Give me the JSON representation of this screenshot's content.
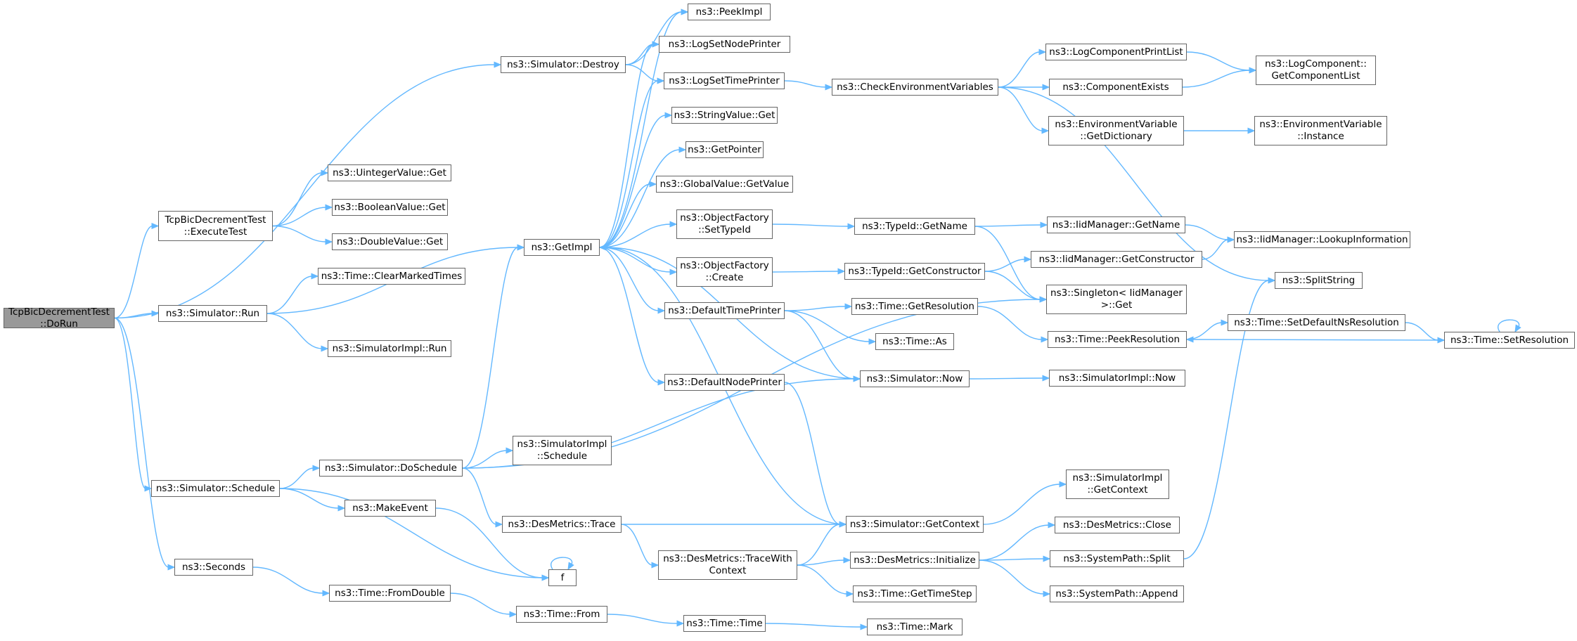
{
  "graph": {
    "edge_color": "#63b8ff",
    "root_fill": "#999999",
    "node_border": "#666666",
    "nodes": {
      "dorun": {
        "lines": [
          "TcpBicDecrementTest",
          "::DoRun"
        ],
        "root": true
      },
      "destroy": {
        "lines": [
          "ns3::Simulator::Destroy"
        ]
      },
      "executetest": {
        "lines": [
          "TcpBicDecrementTest",
          "::ExecuteTest"
        ]
      },
      "run": {
        "lines": [
          "ns3::Simulator::Run"
        ]
      },
      "schedule": {
        "lines": [
          "ns3::Simulator::Schedule"
        ]
      },
      "seconds": {
        "lines": [
          "ns3::Seconds"
        ]
      },
      "uintget": {
        "lines": [
          "ns3::UintegerValue::Get"
        ]
      },
      "boolget": {
        "lines": [
          "ns3::BooleanValue::Get"
        ]
      },
      "doubleget": {
        "lines": [
          "ns3::DoubleValue::Get"
        ]
      },
      "clearmarked": {
        "lines": [
          "ns3::Time::ClearMarkedTimes"
        ]
      },
      "simimplrun": {
        "lines": [
          "ns3::SimulatorImpl::Run"
        ]
      },
      "doschedule": {
        "lines": [
          "ns3::Simulator::DoSchedule"
        ]
      },
      "makeevent": {
        "lines": [
          "ns3::MakeEvent"
        ]
      },
      "f": {
        "lines": [
          "f"
        ]
      },
      "fromdouble": {
        "lines": [
          "ns3::Time::FromDouble"
        ]
      },
      "getimpl": {
        "lines": [
          "ns3::GetImpl"
        ]
      },
      "simimplschedule": {
        "lines": [
          "ns3::SimulatorImpl",
          "::Schedule"
        ]
      },
      "desmetricstrace": {
        "lines": [
          "ns3::DesMetrics::Trace"
        ]
      },
      "timefrom": {
        "lines": [
          "ns3::Time::From"
        ]
      },
      "peekimpl": {
        "lines": [
          "ns3::PeekImpl"
        ]
      },
      "logsetnode": {
        "lines": [
          "ns3::LogSetNodePrinter"
        ]
      },
      "logsettime": {
        "lines": [
          "ns3::LogSetTimePrinter"
        ]
      },
      "stringget": {
        "lines": [
          "ns3::StringValue::Get"
        ]
      },
      "getpointer": {
        "lines": [
          "ns3::GetPointer"
        ]
      },
      "globalget": {
        "lines": [
          "ns3::GlobalValue::GetValue"
        ]
      },
      "ofsettypeid": {
        "lines": [
          "ns3::ObjectFactory",
          "::SetTypeId"
        ]
      },
      "ofcreate": {
        "lines": [
          "ns3::ObjectFactory",
          "::Create"
        ]
      },
      "defaulttime": {
        "lines": [
          "ns3::DefaultTimePrinter"
        ]
      },
      "defaultnode": {
        "lines": [
          "ns3::DefaultNodePrinter"
        ]
      },
      "tracewith": {
        "lines": [
          "ns3::DesMetrics::TraceWith",
          "Context"
        ]
      },
      "timetime": {
        "lines": [
          "ns3::Time::Time"
        ]
      },
      "checkenv": {
        "lines": [
          "ns3::CheckEnvironmentVariables"
        ]
      },
      "typeidgetname": {
        "lines": [
          "ns3::TypeId::GetName"
        ]
      },
      "typeidgetctor": {
        "lines": [
          "ns3::TypeId::GetConstructor"
        ]
      },
      "getresolution": {
        "lines": [
          "ns3::Time::GetResolution"
        ]
      },
      "timeas": {
        "lines": [
          "ns3::Time::As"
        ]
      },
      "simnow": {
        "lines": [
          "ns3::Simulator::Now"
        ]
      },
      "getcontext": {
        "lines": [
          "ns3::Simulator::GetContext"
        ]
      },
      "desinit": {
        "lines": [
          "ns3::DesMetrics::Initialize"
        ]
      },
      "gettimestep": {
        "lines": [
          "ns3::Time::GetTimeStep"
        ]
      },
      "timemark": {
        "lines": [
          "ns3::Time::Mark"
        ]
      },
      "logcompprint": {
        "lines": [
          "ns3::LogComponentPrintList"
        ]
      },
      "compexists": {
        "lines": [
          "ns3::ComponentExists"
        ]
      },
      "envgetdict": {
        "lines": [
          "ns3::EnvironmentVariable",
          "::GetDictionary"
        ]
      },
      "iidgetname": {
        "lines": [
          "ns3::IidManager::GetName"
        ]
      },
      "iidgetctor": {
        "lines": [
          "ns3::IidManager::GetConstructor"
        ]
      },
      "singletonget": {
        "lines": [
          "ns3::Singleton< IidManager",
          " >::Get"
        ]
      },
      "peekres": {
        "lines": [
          "ns3::Time::PeekResolution"
        ]
      },
      "simimplnow": {
        "lines": [
          "ns3::SimulatorImpl::Now"
        ]
      },
      "simimplgetctx": {
        "lines": [
          "ns3::SimulatorImpl",
          "::GetContext"
        ]
      },
      "desclose": {
        "lines": [
          "ns3::DesMetrics::Close"
        ]
      },
      "syspathsplit": {
        "lines": [
          "ns3::SystemPath::Split"
        ]
      },
      "syspathappend": {
        "lines": [
          "ns3::SystemPath::Append"
        ]
      },
      "logcompgetlist": {
        "lines": [
          "ns3::LogComponent::",
          "GetComponentList"
        ]
      },
      "envinstance": {
        "lines": [
          "ns3::EnvironmentVariable",
          "::Instance"
        ]
      },
      "iidlookup": {
        "lines": [
          "ns3::IidManager::LookupInformation"
        ]
      },
      "splitstring": {
        "lines": [
          "ns3::SplitString"
        ]
      },
      "setdefaultns": {
        "lines": [
          "ns3::Time::SetDefaultNsResolution"
        ]
      },
      "setresolution": {
        "lines": [
          "ns3::Time::SetResolution"
        ]
      }
    },
    "edges": [
      [
        "dorun",
        "destroy"
      ],
      [
        "dorun",
        "executetest"
      ],
      [
        "dorun",
        "run"
      ],
      [
        "dorun",
        "schedule"
      ],
      [
        "dorun",
        "seconds"
      ],
      [
        "destroy",
        "peekimpl"
      ],
      [
        "destroy",
        "logsetnode"
      ],
      [
        "destroy",
        "logsettime"
      ],
      [
        "executetest",
        "uintget"
      ],
      [
        "executetest",
        "boolget"
      ],
      [
        "executetest",
        "doubleget"
      ],
      [
        "run",
        "clearmarked"
      ],
      [
        "run",
        "simimplrun"
      ],
      [
        "run",
        "getimpl"
      ],
      [
        "schedule",
        "doschedule"
      ],
      [
        "schedule",
        "makeevent"
      ],
      [
        "schedule",
        "f"
      ],
      [
        "seconds",
        "fromdouble"
      ],
      [
        "fromdouble",
        "timefrom"
      ],
      [
        "timefrom",
        "timetime"
      ],
      [
        "timetime",
        "timemark"
      ],
      [
        "doschedule",
        "getimpl"
      ],
      [
        "doschedule",
        "simimplschedule"
      ],
      [
        "doschedule",
        "desmetricstrace"
      ],
      [
        "doschedule",
        "simnow"
      ],
      [
        "doschedule",
        "singletonget"
      ],
      [
        "makeevent",
        "f"
      ],
      [
        "f",
        "f"
      ],
      [
        "desmetricstrace",
        "tracewith"
      ],
      [
        "desmetricstrace",
        "getcontext"
      ],
      [
        "tracewith",
        "getcontext"
      ],
      [
        "tracewith",
        "desinit"
      ],
      [
        "tracewith",
        "gettimestep"
      ],
      [
        "getimpl",
        "peekimpl"
      ],
      [
        "getimpl",
        "logsetnode"
      ],
      [
        "getimpl",
        "logsettime"
      ],
      [
        "getimpl",
        "stringget"
      ],
      [
        "getimpl",
        "getpointer"
      ],
      [
        "getimpl",
        "globalget"
      ],
      [
        "getimpl",
        "ofsettypeid"
      ],
      [
        "getimpl",
        "ofcreate"
      ],
      [
        "getimpl",
        "defaulttime"
      ],
      [
        "getimpl",
        "defaultnode"
      ],
      [
        "logsettime",
        "checkenv"
      ],
      [
        "checkenv",
        "logcompprint"
      ],
      [
        "checkenv",
        "compexists"
      ],
      [
        "checkenv",
        "envgetdict"
      ],
      [
        "checkenv",
        "splitstring"
      ],
      [
        "logcompprint",
        "logcompgetlist"
      ],
      [
        "compexists",
        "logcompgetlist"
      ],
      [
        "envgetdict",
        "envinstance"
      ],
      [
        "ofsettypeid",
        "typeidgetname"
      ],
      [
        "ofcreate",
        "typeidgetctor"
      ],
      [
        "typeidgetname",
        "iidgetname"
      ],
      [
        "typeidgetname",
        "singletonget"
      ],
      [
        "typeidgetctor",
        "iidgetctor"
      ],
      [
        "typeidgetctor",
        "singletonget"
      ],
      [
        "iidgetname",
        "iidlookup"
      ],
      [
        "iidgetctor",
        "iidlookup"
      ],
      [
        "defaulttime",
        "getresolution"
      ],
      [
        "defaulttime",
        "timeas"
      ],
      [
        "defaulttime",
        "simnow"
      ],
      [
        "getresolution",
        "peekres"
      ],
      [
        "simnow",
        "getimpl"
      ],
      [
        "simnow",
        "simimplnow"
      ],
      [
        "defaultnode",
        "getcontext"
      ],
      [
        "getcontext",
        "getimpl"
      ],
      [
        "getcontext",
        "simimplgetctx"
      ],
      [
        "desinit",
        "desclose"
      ],
      [
        "desinit",
        "syspathsplit"
      ],
      [
        "desinit",
        "syspathappend"
      ],
      [
        "syspathsplit",
        "splitstring"
      ],
      [
        "peekres",
        "setdefaultns"
      ],
      [
        "setdefaultns",
        "setresolution"
      ],
      [
        "setresolution",
        "peekres"
      ],
      [
        "setresolution",
        "setresolution"
      ]
    ]
  }
}
